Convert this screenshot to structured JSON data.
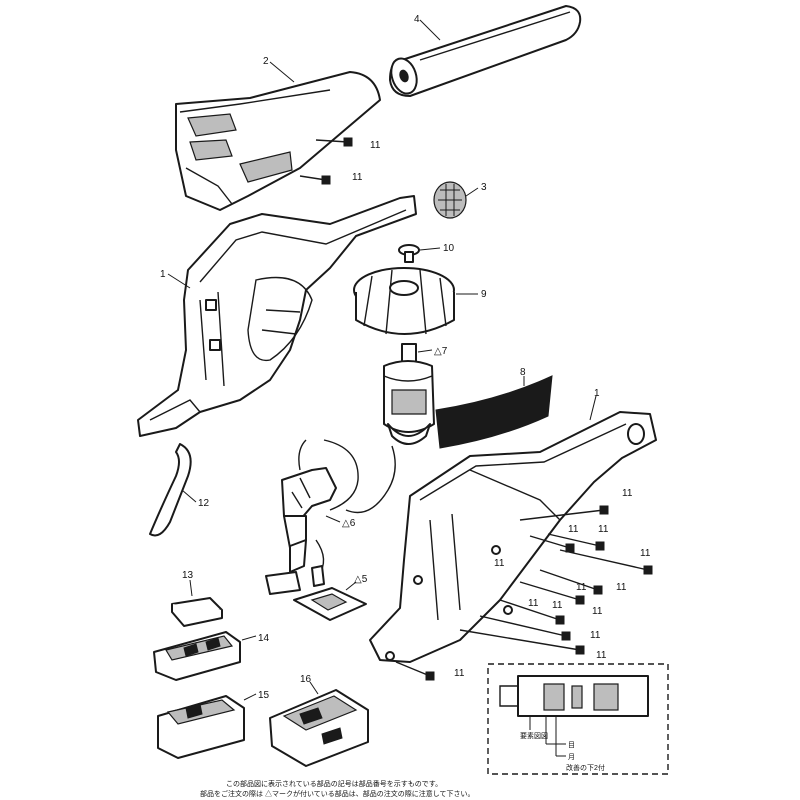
{
  "part_labels": {
    "p1": "1",
    "p1b": "1",
    "p2": "2",
    "p3": "3",
    "p4": "4",
    "p6": "△6",
    "p7": "△7",
    "p8": "8",
    "p9": "9",
    "p10": "10",
    "p12": "12",
    "p13": "13",
    "p14": "14",
    "p15": "15",
    "p16": "16",
    "p5": "△5",
    "screw": "11"
  },
  "inset": {
    "label_a": "要素図図",
    "label_b": "目",
    "label_c": "月",
    "label_d": "改善の下2付"
  },
  "footer_note": {
    "line1": "この部品図に表示されている部品の記号は部品番号を示すものです。",
    "line2": "部品をご注文の際は △マークが付いている部品は、部品の注文の際に注意して下さい。"
  }
}
